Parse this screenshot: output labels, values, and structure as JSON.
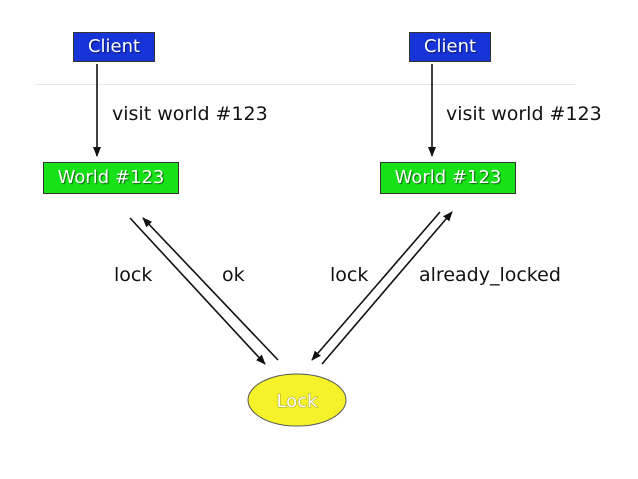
{
  "diagram": {
    "left": {
      "client_label": "Client",
      "visit_label": "visit world #123",
      "world_label": "World #123",
      "lock_label": "lock",
      "response_label": "ok"
    },
    "right": {
      "client_label": "Client",
      "visit_label": "visit world #123",
      "world_label": "World #123",
      "lock_label": "lock",
      "response_label": "already_locked"
    },
    "lock_node_label": "Lock"
  },
  "colors": {
    "client_fill": "#1634d8",
    "world_fill": "#17e217",
    "lock_fill": "#f5f22a",
    "arrow": "#111111",
    "label_text": "#111111",
    "box_text": "#ffffff"
  }
}
